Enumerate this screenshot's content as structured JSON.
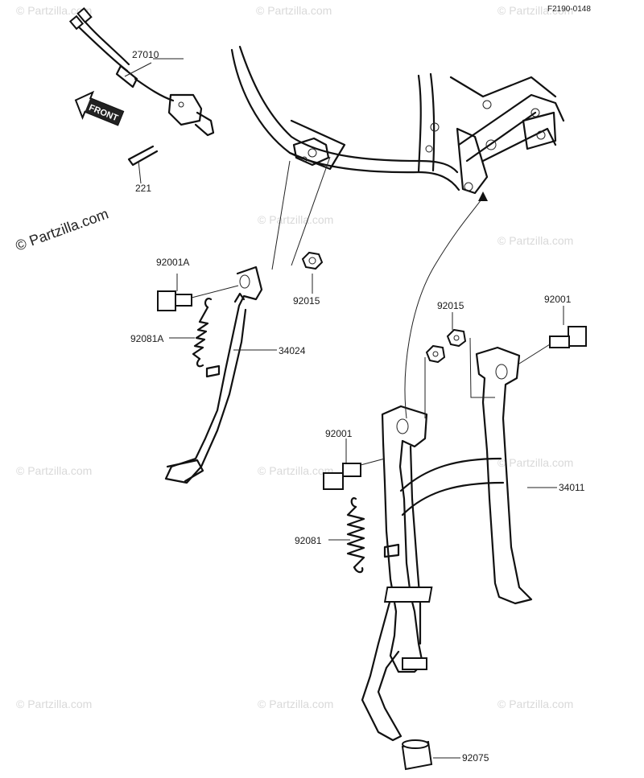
{
  "diagram_code": "F2190-0148",
  "front_label": "FRONT",
  "watermark_main": "© Partzilla.com",
  "watermark": "© Partzilla.com",
  "parts": [
    {
      "number": "27010"
    },
    {
      "number": "221"
    },
    {
      "number": "92001A"
    },
    {
      "number": "92015"
    },
    {
      "number": "92081A"
    },
    {
      "number": "34024"
    },
    {
      "number": "92015"
    },
    {
      "number": "92001"
    },
    {
      "number": "92001"
    },
    {
      "number": "34011"
    },
    {
      "number": "92081"
    },
    {
      "number": "92075"
    }
  ]
}
